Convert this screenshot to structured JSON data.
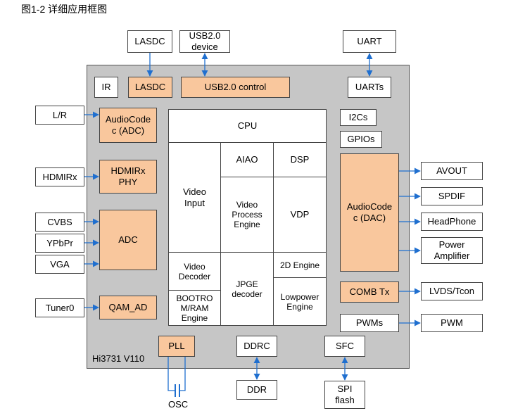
{
  "caption": "图1-2 详细应用框图",
  "chip_name": "Hi3731 V110",
  "colors": {
    "chip_bg": "#c6c6c6",
    "module_fill": "#f9c79d",
    "arrow": "#1f6fcf",
    "cpu_fill": "#ffffff"
  },
  "external": {
    "lasdc": "LASDC",
    "usb_device": [
      "USB2.0",
      "device"
    ],
    "uart": "UART",
    "lr": "L/R",
    "hdmirx": "HDMIRx",
    "cvbs": "CVBS",
    "ypbpr": "YPbPr",
    "vga": "VGA",
    "tuner": "Tuner0",
    "avout": "AVOUT",
    "spdif": "SPDIF",
    "headphone": "HeadPhone",
    "power_amp": [
      "Power",
      "Amplifier"
    ],
    "lvds": "LVDS/Tcon",
    "pwm": "PWM",
    "ddr": "DDR",
    "spi_flash": [
      "SPI",
      "flash"
    ],
    "osc": "OSC"
  },
  "internal": {
    "ir": "IR",
    "lasdc": "LASDC",
    "usb_control": "USB2.0 control",
    "uarts": "UARTs",
    "i2cs": "I2Cs",
    "gpios": "GPIOs",
    "audio_adc": [
      "AudioCode",
      "c (ADC)"
    ],
    "hdmirx_phy": [
      "HDMIRx",
      "PHY"
    ],
    "adc": "ADC",
    "qam_ad": "QAM_AD",
    "audio_dac": [
      "AudioCode",
      "c (DAC)"
    ],
    "comb_tx": "COMB Tx",
    "pwms": "PWMs",
    "pll": "PLL",
    "ddrc": "DDRC",
    "sfc": "SFC"
  },
  "cpu_block": {
    "cpu": "CPU",
    "video_input": [
      "Video",
      "Input"
    ],
    "aiao": "AIAO",
    "dsp": "DSP",
    "vpe": [
      "Video",
      "Process",
      "Engine"
    ],
    "vdp": "VDP",
    "video_decoder": [
      "Video",
      "Decoder"
    ],
    "jpge": [
      "JPGE",
      "decoder"
    ],
    "engine_2d": "2D Engine",
    "bootrom": [
      "BOOTRO",
      "M/RAM",
      "Engine"
    ],
    "lowpower": [
      "Lowpower",
      "Engine"
    ]
  }
}
